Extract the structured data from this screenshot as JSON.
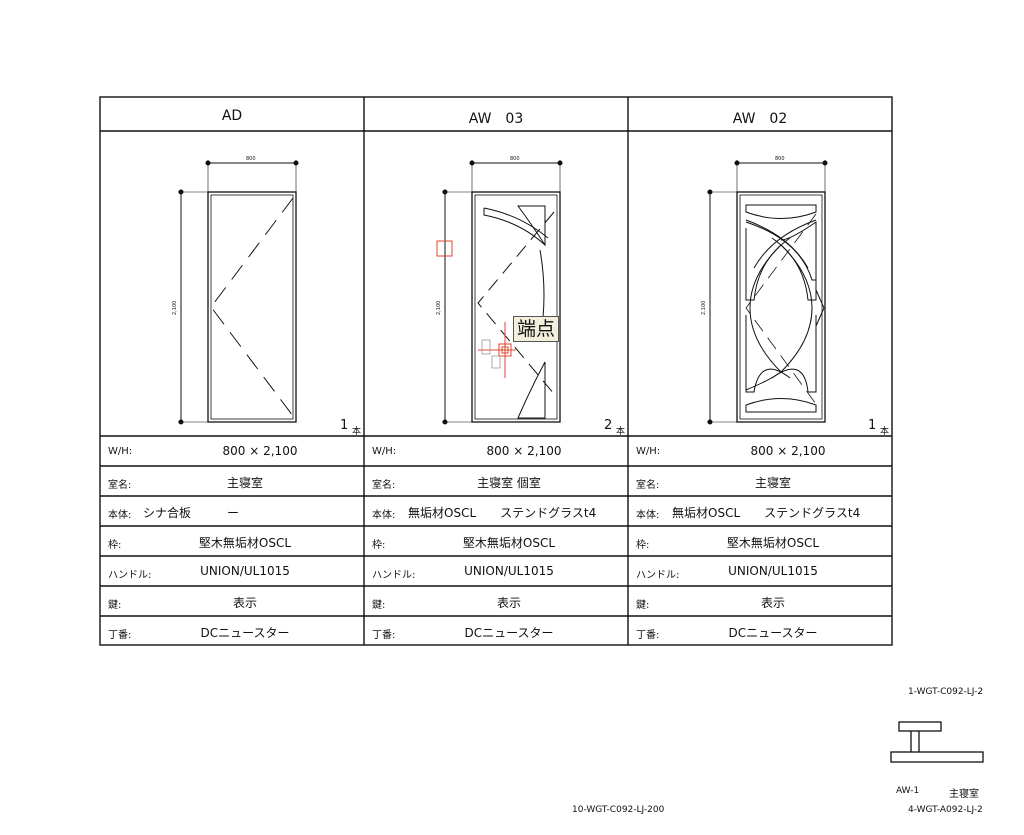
{
  "columns": [
    {
      "title": "AD",
      "width_dim": "800",
      "height_dim": "2,100",
      "quantity": "1",
      "qty_unit": "本",
      "rows": [
        {
          "label": "W/H:",
          "value": "800  ×  2,100"
        },
        {
          "label": "室名:",
          "value": "主寝室"
        },
        {
          "label": "本体:",
          "value": "シナ合板　　　ー"
        },
        {
          "label": "枠:",
          "value": "堅木無垢材OSCL"
        },
        {
          "label": "ハンドル:",
          "value": "UNION/UL1015"
        },
        {
          "label": "鍵:",
          "value": "表示"
        },
        {
          "label": "丁番:",
          "value": "DCニュースター"
        }
      ]
    },
    {
      "title": "AW　03",
      "width_dim": "800",
      "height_dim": "2,100",
      "quantity": "2",
      "qty_unit": "本",
      "rows": [
        {
          "label": "W/H:",
          "value": "800  ×  2,100"
        },
        {
          "label": "室名:",
          "value": "主寝室 個室"
        },
        {
          "label": "本体:",
          "value": "無垢材OSCL　　ステンドグラスt4"
        },
        {
          "label": "枠:",
          "value": "堅木無垢材OSCL"
        },
        {
          "label": "ハンドル:",
          "value": "UNION/UL1015"
        },
        {
          "label": "鍵:",
          "value": "表示"
        },
        {
          "label": "丁番:",
          "value": "DCニュースター"
        }
      ]
    },
    {
      "title": "AW　02",
      "width_dim": "800",
      "height_dim": "2,100",
      "quantity": "1",
      "qty_unit": "本",
      "rows": [
        {
          "label": "W/H:",
          "value": "800  ×  2,100"
        },
        {
          "label": "室名:",
          "value": "主寝室"
        },
        {
          "label": "本体:",
          "value": "無垢材OSCL　　ステンドグラスt4"
        },
        {
          "label": "枠:",
          "value": "堅木無垢材OSCL"
        },
        {
          "label": "ハンドル:",
          "value": "UNION/UL1015"
        },
        {
          "label": "鍵:",
          "value": "表示"
        },
        {
          "label": "丁番:",
          "value": "DCニュースター"
        }
      ]
    }
  ],
  "snap_tooltip": "端点",
  "refs": {
    "top_right": "1-WGT-C092-LJ-2",
    "aw1": "AW-1",
    "room": "主寝室",
    "bottom_center": "10-WGT-C092-LJ-200",
    "bottom_right": "4-WGT-A092-LJ-2"
  },
  "colors": {
    "line": "#111111",
    "snap": "#e0442e",
    "tooltip_bg": "#f4efdc"
  }
}
